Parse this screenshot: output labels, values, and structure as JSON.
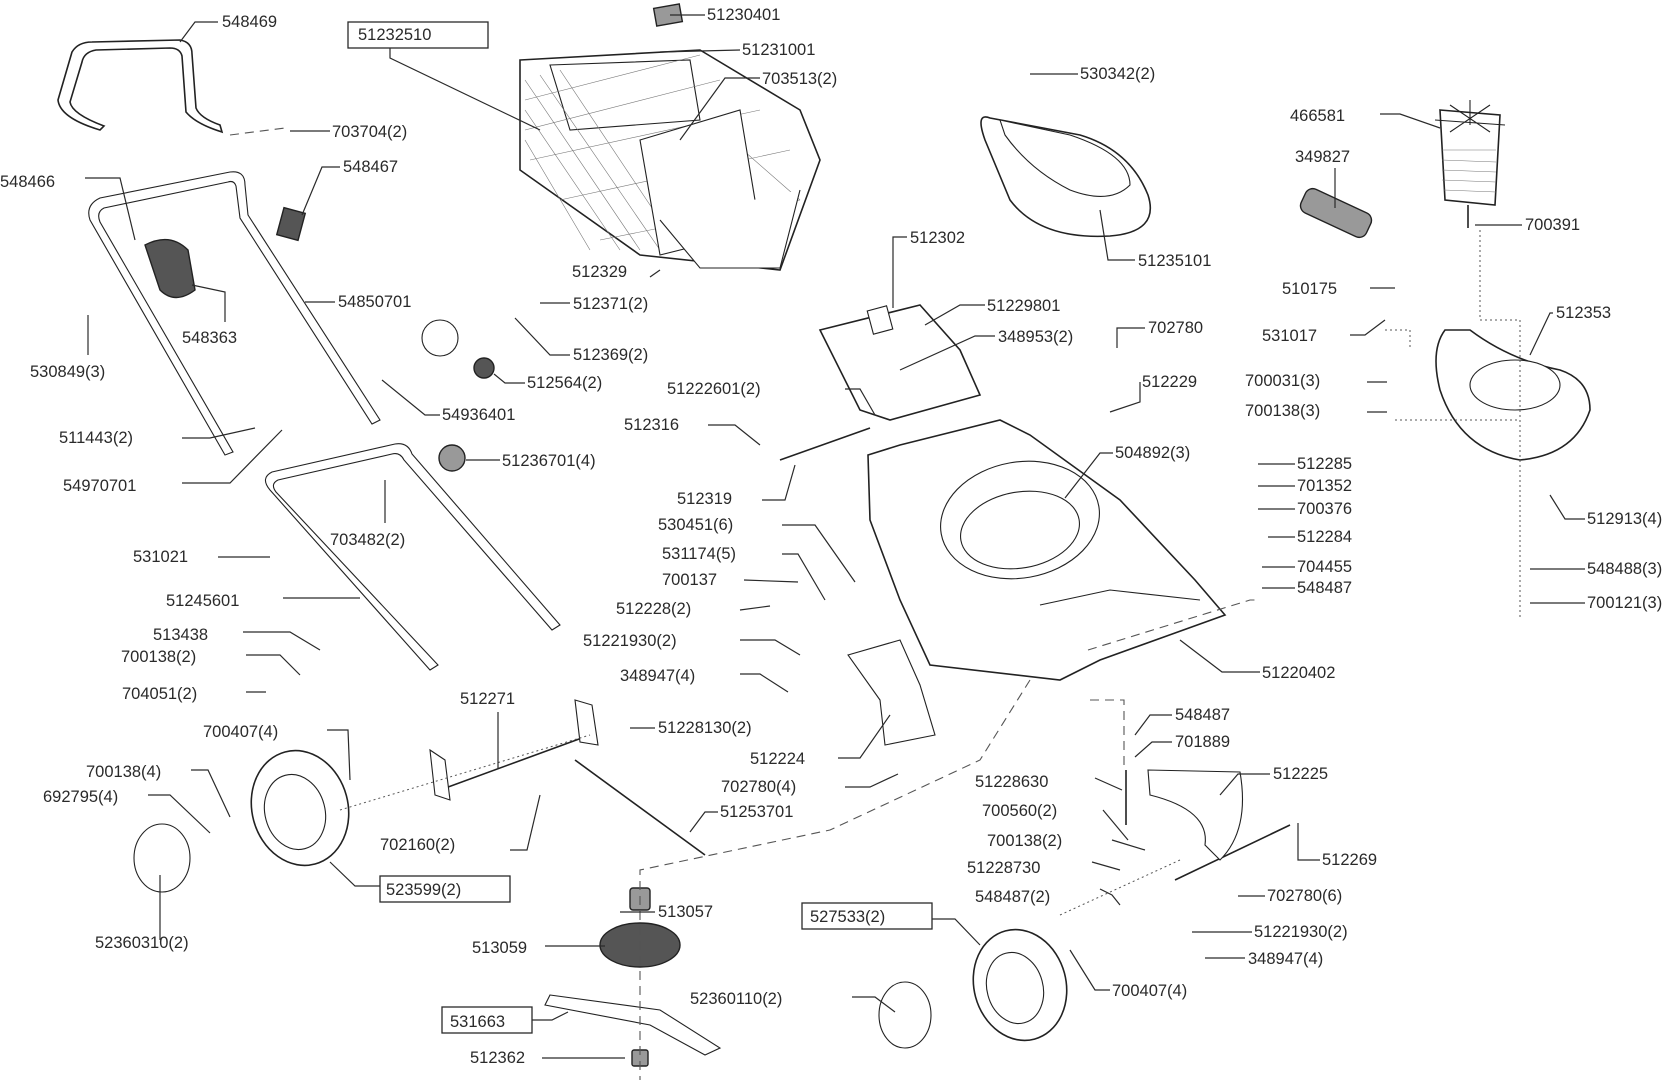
{
  "diagram": {
    "title": "Lawn mower exploded parts view",
    "ink_color": "#2a2a2a",
    "background": "#ffffff",
    "parts": [
      {
        "id": "p548469",
        "label": "548469",
        "group": "handle"
      },
      {
        "id": "p51232510",
        "label": "51232510",
        "group": "grass-catcher",
        "boxed": true
      },
      {
        "id": "p51230401",
        "label": "51230401",
        "group": "grass-catcher"
      },
      {
        "id": "p51231001",
        "label": "51231001",
        "group": "grass-catcher"
      },
      {
        "id": "p703513",
        "label": "703513(2)",
        "group": "grass-catcher"
      },
      {
        "id": "p703704",
        "label": "703704(2)",
        "group": "handle"
      },
      {
        "id": "p530342",
        "label": "530342(2)",
        "group": "motor-cover"
      },
      {
        "id": "p466581",
        "label": "466581",
        "group": "motor"
      },
      {
        "id": "p349827",
        "label": "349827",
        "group": "motor"
      },
      {
        "id": "p700391",
        "label": "700391",
        "group": "motor"
      },
      {
        "id": "p51235101",
        "label": "51235101",
        "group": "motor-cover"
      },
      {
        "id": "p548466",
        "label": "548466",
        "group": "handle"
      },
      {
        "id": "p548467",
        "label": "548467",
        "group": "handle"
      },
      {
        "id": "p548363",
        "label": "548363",
        "group": "handle"
      },
      {
        "id": "p54850701",
        "label": "54850701",
        "group": "handle"
      },
      {
        "id": "p530849",
        "label": "530849(3)",
        "group": "handle"
      },
      {
        "id": "p512329",
        "label": "512329",
        "group": "grass-catcher"
      },
      {
        "id": "p512302",
        "label": "512302",
        "group": "rear-flap"
      },
      {
        "id": "p51229801",
        "label": "51229801",
        "group": "rear-flap"
      },
      {
        "id": "p348953",
        "label": "348953(2)",
        "group": "rear-flap"
      },
      {
        "id": "p512371",
        "label": "512371(2)",
        "group": "height-adjust"
      },
      {
        "id": "p512369",
        "label": "512369(2)",
        "group": "height-adjust"
      },
      {
        "id": "p512564",
        "label": "512564(2)",
        "group": "height-adjust"
      },
      {
        "id": "p54936401",
        "label": "54936401",
        "group": "handle"
      },
      {
        "id": "p511443",
        "label": "511443(2)",
        "group": "handle"
      },
      {
        "id": "p54970701",
        "label": "54970701",
        "group": "handle"
      },
      {
        "id": "p51236701",
        "label": "51236701(4)",
        "group": "handle"
      },
      {
        "id": "p703482",
        "label": "703482(2)",
        "group": "handle"
      },
      {
        "id": "p531021",
        "label": "531021",
        "group": "handle"
      },
      {
        "id": "p51245601",
        "label": "51245601",
        "group": "handle"
      },
      {
        "id": "p513438",
        "label": "513438",
        "group": "handle"
      },
      {
        "id": "p700138_2a",
        "label": "700138(2)",
        "group": "handle"
      },
      {
        "id": "p704051",
        "label": "704051(2)",
        "group": "handle"
      },
      {
        "id": "p510175",
        "label": "510175",
        "group": "motor"
      },
      {
        "id": "p531017",
        "label": "531017",
        "group": "motor"
      },
      {
        "id": "p512353",
        "label": "512353",
        "group": "motor"
      },
      {
        "id": "p702780",
        "label": "702780",
        "group": "deck"
      },
      {
        "id": "p512229",
        "label": "512229",
        "group": "deck"
      },
      {
        "id": "p700031",
        "label": "700031(3)",
        "group": "motor"
      },
      {
        "id": "p700138_3",
        "label": "700138(3)",
        "group": "motor"
      },
      {
        "id": "p51222601",
        "label": "51222601(2)",
        "group": "rear-flap"
      },
      {
        "id": "p512316",
        "label": "512316",
        "group": "rear-flap"
      },
      {
        "id": "p512319",
        "label": "512319",
        "group": "rear-flap"
      },
      {
        "id": "p504892",
        "label": "504892(3)",
        "group": "deck"
      },
      {
        "id": "p512285",
        "label": "512285",
        "group": "deck"
      },
      {
        "id": "p701352",
        "label": "701352",
        "group": "deck"
      },
      {
        "id": "p700376",
        "label": "700376",
        "group": "deck"
      },
      {
        "id": "p512284",
        "label": "512284",
        "group": "deck"
      },
      {
        "id": "p704455",
        "label": "704455",
        "group": "deck"
      },
      {
        "id": "p548487a",
        "label": "548487",
        "group": "deck"
      },
      {
        "id": "p512913",
        "label": "512913(4)",
        "group": "motor"
      },
      {
        "id": "p548488",
        "label": "548488(3)",
        "group": "motor"
      },
      {
        "id": "p700121",
        "label": "700121(3)",
        "group": "motor"
      },
      {
        "id": "p530451",
        "label": "530451(6)",
        "group": "axle"
      },
      {
        "id": "p531174",
        "label": "531174(5)",
        "group": "axle"
      },
      {
        "id": "p700137",
        "label": "700137",
        "group": "axle"
      },
      {
        "id": "p512228",
        "label": "512228(2)",
        "group": "axle"
      },
      {
        "id": "p51221930a",
        "label": "51221930(2)",
        "group": "axle"
      },
      {
        "id": "p348947a",
        "label": "348947(4)",
        "group": "axle"
      },
      {
        "id": "p51220402",
        "label": "51220402",
        "group": "deck"
      },
      {
        "id": "p512271",
        "label": "512271",
        "group": "axle"
      },
      {
        "id": "p51228130",
        "label": "51228130(2)",
        "group": "axle"
      },
      {
        "id": "p700407a",
        "label": "700407(4)",
        "group": "wheel"
      },
      {
        "id": "p512224",
        "label": "512224",
        "group": "deck"
      },
      {
        "id": "p548487b",
        "label": "548487",
        "group": "front-axle"
      },
      {
        "id": "p701889",
        "label": "701889",
        "group": "front-axle"
      },
      {
        "id": "p700138_4",
        "label": "700138(4)",
        "group": "wheel"
      },
      {
        "id": "p692795",
        "label": "692795(4)",
        "group": "wheel"
      },
      {
        "id": "p702780_4",
        "label": "702780(4)",
        "group": "deck"
      },
      {
        "id": "p512225",
        "label": "512225",
        "group": "front-axle"
      },
      {
        "id": "p51228630",
        "label": "51228630",
        "group": "front-axle"
      },
      {
        "id": "p700560",
        "label": "700560(2)",
        "group": "front-axle"
      },
      {
        "id": "p51253701",
        "label": "51253701",
        "group": "axle"
      },
      {
        "id": "p702160",
        "label": "702160(2)",
        "group": "axle"
      },
      {
        "id": "p700138_2b",
        "label": "700138(2)",
        "group": "front-axle"
      },
      {
        "id": "p512269",
        "label": "512269",
        "group": "front-axle"
      },
      {
        "id": "p51228730",
        "label": "51228730",
        "group": "front-axle"
      },
      {
        "id": "p523599",
        "label": "523599(2)",
        "group": "wheel",
        "boxed": true
      },
      {
        "id": "p548487c",
        "label": "548487(2)",
        "group": "front-axle"
      },
      {
        "id": "p702780_6",
        "label": "702780(6)",
        "group": "front-axle"
      },
      {
        "id": "p513057",
        "label": "513057",
        "group": "blade"
      },
      {
        "id": "p527533",
        "label": "527533(2)",
        "group": "wheel",
        "boxed": true
      },
      {
        "id": "p51221930b",
        "label": "51221930(2)",
        "group": "front-axle"
      },
      {
        "id": "p52360310",
        "label": "52360310(2)",
        "group": "wheel"
      },
      {
        "id": "p513059",
        "label": "513059",
        "group": "blade"
      },
      {
        "id": "p348947b",
        "label": "348947(4)",
        "group": "front-axle"
      },
      {
        "id": "p700407b",
        "label": "700407(4)",
        "group": "wheel"
      },
      {
        "id": "p52360110",
        "label": "52360110(2)",
        "group": "wheel"
      },
      {
        "id": "p531663",
        "label": "531663",
        "group": "blade",
        "boxed": true
      },
      {
        "id": "p512362",
        "label": "512362",
        "group": "blade"
      }
    ]
  }
}
